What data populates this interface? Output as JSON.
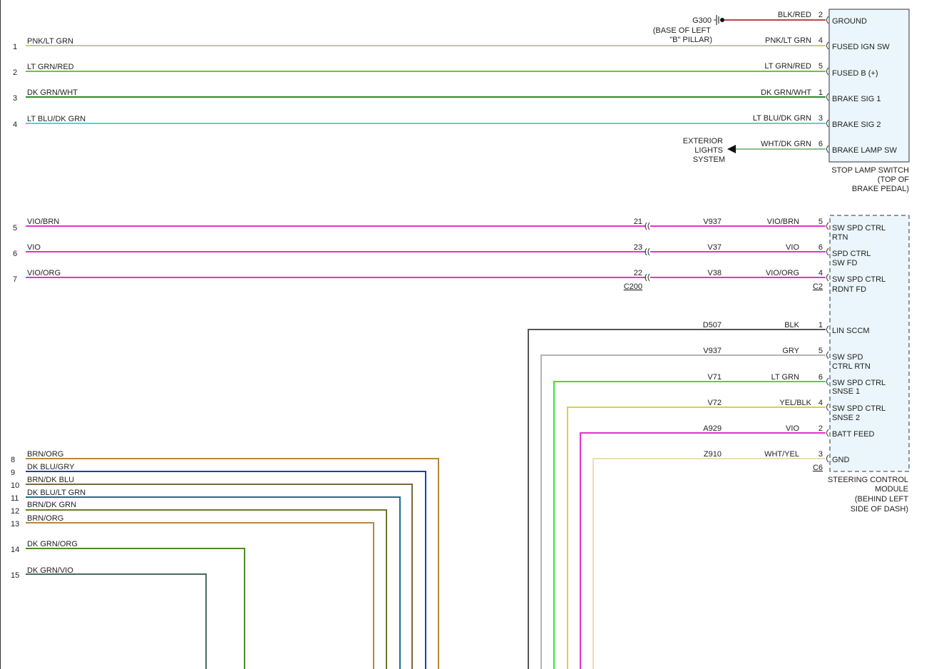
{
  "stop_lamp_switch": {
    "title_lines": [
      "STOP LAMP SWITCH",
      "(TOP OF",
      "BRAKE PEDAL)"
    ],
    "pins": [
      {
        "pin": "2",
        "wire": "BLK/RED",
        "function": "GROUND"
      },
      {
        "pin": "4",
        "wire": "PNK/LT GRN",
        "function": "FUSED IGN SW"
      },
      {
        "pin": "5",
        "wire": "LT GRN/RED",
        "function": "FUSED B (+)"
      },
      {
        "pin": "1",
        "wire": "DK GRN/WHT",
        "function": "BRAKE SIG 1"
      },
      {
        "pin": "3",
        "wire": "LT BLU/DK GRN",
        "function": "BRAKE SIG 2"
      },
      {
        "pin": "6",
        "wire": "WHT/DK GRN",
        "function": "BRAKE LAMP SW"
      }
    ]
  },
  "ground": {
    "id": "G300",
    "location_lines": [
      "(BASE OF LEFT",
      "\"B\" PILLAR)"
    ]
  },
  "exterior_lights": {
    "lines": [
      "EXTERIOR",
      "LIGHTS",
      "SYSTEM"
    ]
  },
  "steering_control_module": {
    "title_lines": [
      "STEERING CONTROL",
      "MODULE",
      "(BEHIND LEFT",
      "SIDE OF DASH)"
    ],
    "connector_c2": "C2",
    "connector_c6": "C6",
    "c2_pins": [
      {
        "pin": "5",
        "circuit": "V937",
        "wire": "VIO/BRN",
        "function_lines": [
          "SW SPD CTRL",
          "RTN"
        ]
      },
      {
        "pin": "6",
        "circuit": "V37",
        "wire": "VIO",
        "function_lines": [
          "SPD CTRL",
          "SW FD"
        ]
      },
      {
        "pin": "4",
        "circuit": "V38",
        "wire": "VIO/ORG",
        "function_lines": [
          "SW SPD CTRL",
          "RDNT FD"
        ]
      }
    ],
    "c6_pins": [
      {
        "pin": "1",
        "circuit": "D507",
        "wire": "BLK",
        "function_lines": [
          "LIN SCCM"
        ]
      },
      {
        "pin": "5",
        "circuit": "V937",
        "wire": "GRY",
        "function_lines": [
          "SW SPD",
          "CTRL RTN"
        ]
      },
      {
        "pin": "6",
        "circuit": "V71",
        "wire": "LT GRN",
        "function_lines": [
          "SW SPD CTRL",
          "SNSE 1"
        ]
      },
      {
        "pin": "4",
        "circuit": "V72",
        "wire": "YEL/BLK",
        "function_lines": [
          "SW SPD CTRL",
          "SNSE 2"
        ]
      },
      {
        "pin": "2",
        "circuit": "A929",
        "wire": "VIO",
        "function_lines": [
          "BATT FEED"
        ]
      },
      {
        "pin": "3",
        "circuit": "Z910",
        "wire": "WHT/YEL",
        "function_lines": [
          "GND"
        ]
      }
    ]
  },
  "inline_connector": {
    "id": "C200",
    "pins": [
      "21",
      "23",
      "22"
    ]
  },
  "left_wires": [
    {
      "row": "1",
      "label": "PNK/LT GRN"
    },
    {
      "row": "2",
      "label": "LT GRN/RED"
    },
    {
      "row": "3",
      "label": "DK GRN/WHT"
    },
    {
      "row": "4",
      "label": "LT BLU/DK GRN"
    },
    {
      "row": "5",
      "label": "VIO/BRN"
    },
    {
      "row": "6",
      "label": "VIO"
    },
    {
      "row": "7",
      "label": "VIO/ORG"
    },
    {
      "row": "8",
      "label": "BRN/ORG"
    },
    {
      "row": "9",
      "label": "DK BLU/GRY"
    },
    {
      "row": "10",
      "label": "BRN/DK BLU"
    },
    {
      "row": "11",
      "label": "DK BLU/LT GRN"
    },
    {
      "row": "12",
      "label": "BRN/DK GRN"
    },
    {
      "row": "13",
      "label": "BRN/ORG"
    },
    {
      "row": "14",
      "label": "DK GRN/ORG"
    },
    {
      "row": "15",
      "label": "DK GRN/VIO"
    }
  ],
  "colors": {
    "pnk_lt_grn": "#c9c98a",
    "lt_grn_red": "#6ec62e",
    "dk_grn_wht": "#2e8b2e",
    "lt_blu_dk_grn": "#4fd6d6",
    "vio": "#e633c8",
    "blk_red": "#b24a4a",
    "wht_dk_grn": "#8fbf8f",
    "blk": "#555555",
    "gry": "#b3b3b3",
    "lt_grn": "#33e633",
    "yel_blk": "#d6d633",
    "wht_yel": "#e8e0b0",
    "brn_org": "#b8863a",
    "dk_blu": "#1f3fa8",
    "brn_dk_blu": "#7a6a3a",
    "dk_blu_lt_grn": "#1f6f8a",
    "brn_dk_grn": "#6a7a2a",
    "dk_grn_org": "#4f8a2a",
    "dk_grn_vio": "#4a6a5a",
    "module_fill": "#eaf6fb"
  }
}
